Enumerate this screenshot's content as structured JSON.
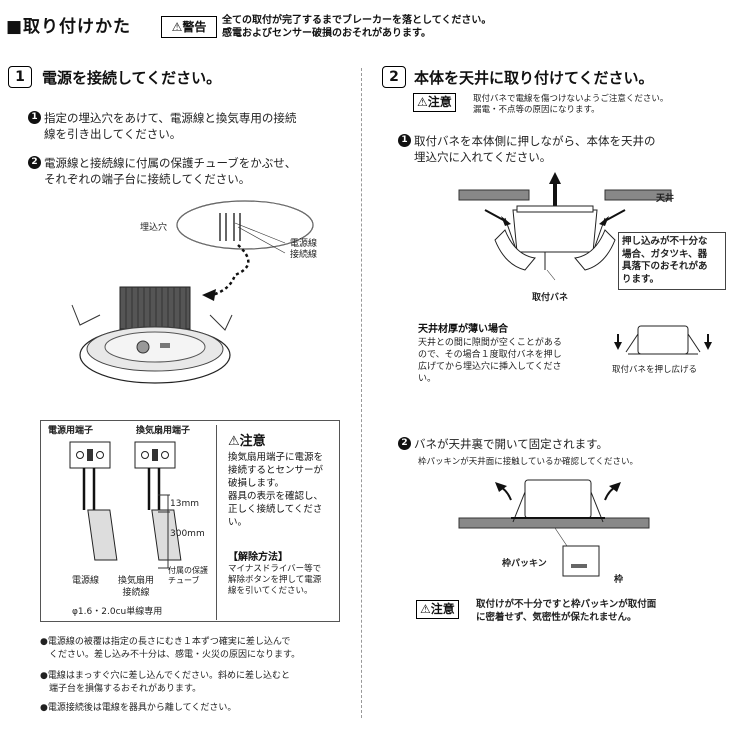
{
  "header": {
    "title": "■取り付けかた",
    "warning_tag": "⚠警告",
    "warning_lines": [
      "全ての取付が完了するまでブレーカーを落としてください。",
      "感電およびセンサー破損のおそれがあります。"
    ]
  },
  "step1": {
    "number": "1",
    "heading": "電源を接続してください。",
    "items": [
      {
        "num": "1",
        "lines": [
          "指定の埋込穴をあけて、電源線と換気専用の接続",
          "線を引き出してください。"
        ]
      },
      {
        "num": "2",
        "lines": [
          "電源線と接続線に付属の保護チューブをかぶせ、",
          "それぞれの端子台に接続してください。"
        ]
      }
    ],
    "figure": {
      "hole_label": "埋込穴",
      "wire_labels": [
        "電源線",
        "接続線"
      ]
    },
    "terminal": {
      "power_terminal": "電源用端子",
      "fan_terminal": "換気扇用端子",
      "dim1": "13mm",
      "dim2": "300mm",
      "wire_power": "電源線",
      "wire_fan": [
        "換気扇用",
        "接続線"
      ],
      "tube": [
        "付属の保護",
        "チューブ"
      ],
      "spec": "φ1.6・2.0cu単線専用"
    },
    "caution": {
      "title": "⚠注意",
      "lines": [
        "換気扇用端子に電源を",
        "接続するとセンサーが",
        "破損します。",
        "器具の表示を確認し、",
        "正しく接続してくださ",
        "い。"
      ],
      "release_title": "【解除方法】",
      "release_lines": [
        "マイナスドライバー等で",
        "解除ボタンを押して電源",
        "線を引いてください。"
      ]
    },
    "bullets": [
      [
        "●電源線の被覆は指定の長さにむき１本ずつ確実に差し込んで",
        "　ください。差し込み不十分は、感電・火災の原因になります。"
      ],
      [
        "●電線はまっすぐ穴に差し込んでください。斜めに差し込むと",
        "　端子台を損傷するおそれがあります。"
      ],
      [
        "●電源接続後は電線を器具から離してください。"
      ]
    ]
  },
  "step2": {
    "number": "2",
    "heading": "本体を天井に取り付けてください。",
    "caution_tag": "⚠注意",
    "caution_lines": [
      "取付バネで電線を傷つけないようご注意ください。",
      "漏電・不点等の原因になります。"
    ],
    "items": [
      {
        "num": "1",
        "lines": [
          "取付バネを本体側に押しながら、本体を天井の",
          "埋込穴に入れてください。"
        ]
      },
      {
        "num": "2",
        "lines": [
          "バネが天井裏で開いて固定されます。"
        ]
      }
    ],
    "ceiling_label": "天井",
    "spring_label": "取付バネ",
    "warn_box_lines": [
      "押し込みが不十分な",
      "場合、ガタツキ、器",
      "具落下のおそれがあ",
      "ります。"
    ],
    "thin": {
      "title": "天井材厚が薄い場合",
      "lines": [
        "天井との間に隙間が空くことがある",
        "ので、その場合１度取付バネを押し",
        "広げてから埋込穴に挿入してくださ",
        "い。"
      ],
      "caption": "取付バネを押し広げる"
    },
    "item2_sub": "枠パッキンが天井面に接触しているか確認してください。",
    "packing_label": "枠パッキン",
    "frame_label": "枠",
    "caution2_tag": "⚠注意",
    "caution2_lines": [
      "取付けが不十分ですと枠パッキンが取付面",
      "に密着せず、気密性が保たれません。"
    ]
  }
}
